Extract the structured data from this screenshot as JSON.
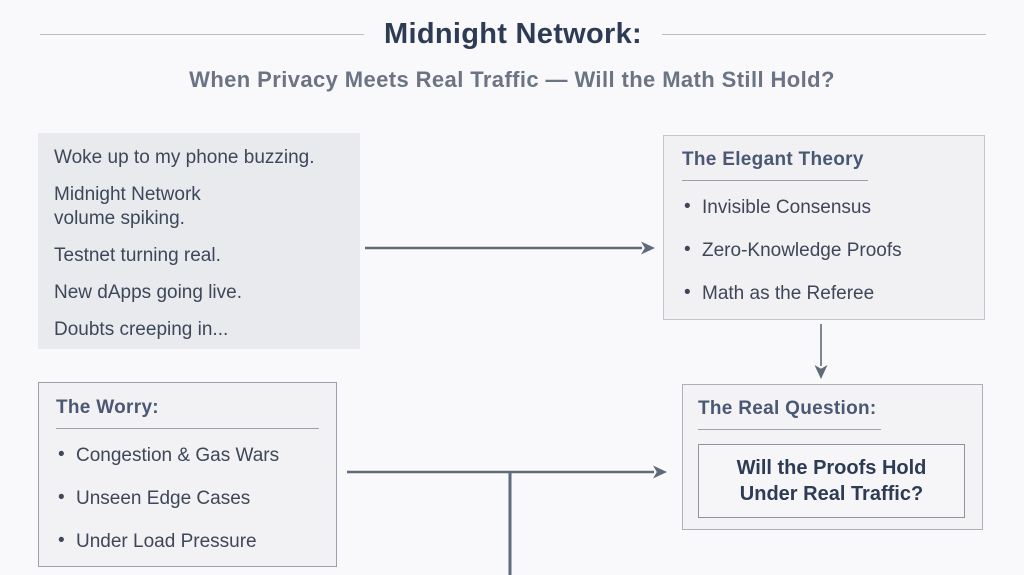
{
  "header": {
    "title": "Midnight Network:",
    "subtitle": "When Privacy Meets Real Traffic — Will the Math Still Hold?"
  },
  "story_box": {
    "paragraphs": [
      "Woke up to my phone buzzing.",
      "Midnight Network volume spiking.",
      "Testnet turning real.",
      "New dApps going live.",
      "Doubts creeping in..."
    ]
  },
  "theory_box": {
    "title": "The Elegant Theory",
    "bullets": [
      "Invisible Consensus",
      "Zero-Knowledge Proofs",
      "Math as the Referee"
    ]
  },
  "worry_box": {
    "title": "The Worry:",
    "bullets": [
      "Congestion & Gas Wars",
      "Unseen Edge Cases",
      "Under Load Pressure"
    ]
  },
  "question_box": {
    "title": "The Real Question:",
    "question": "Will the Proofs Hold Under Real Traffic?"
  },
  "colors": {
    "title_text": "#2e3b55",
    "subtitle_text": "#6b7485",
    "heading_text": "#4a5873",
    "body_text": "#3d4758",
    "arrow": "#5f6a7b",
    "story_background": "#e9eaee",
    "panel_background": "#f2f2f5",
    "page_background": "#f9f9fb"
  }
}
